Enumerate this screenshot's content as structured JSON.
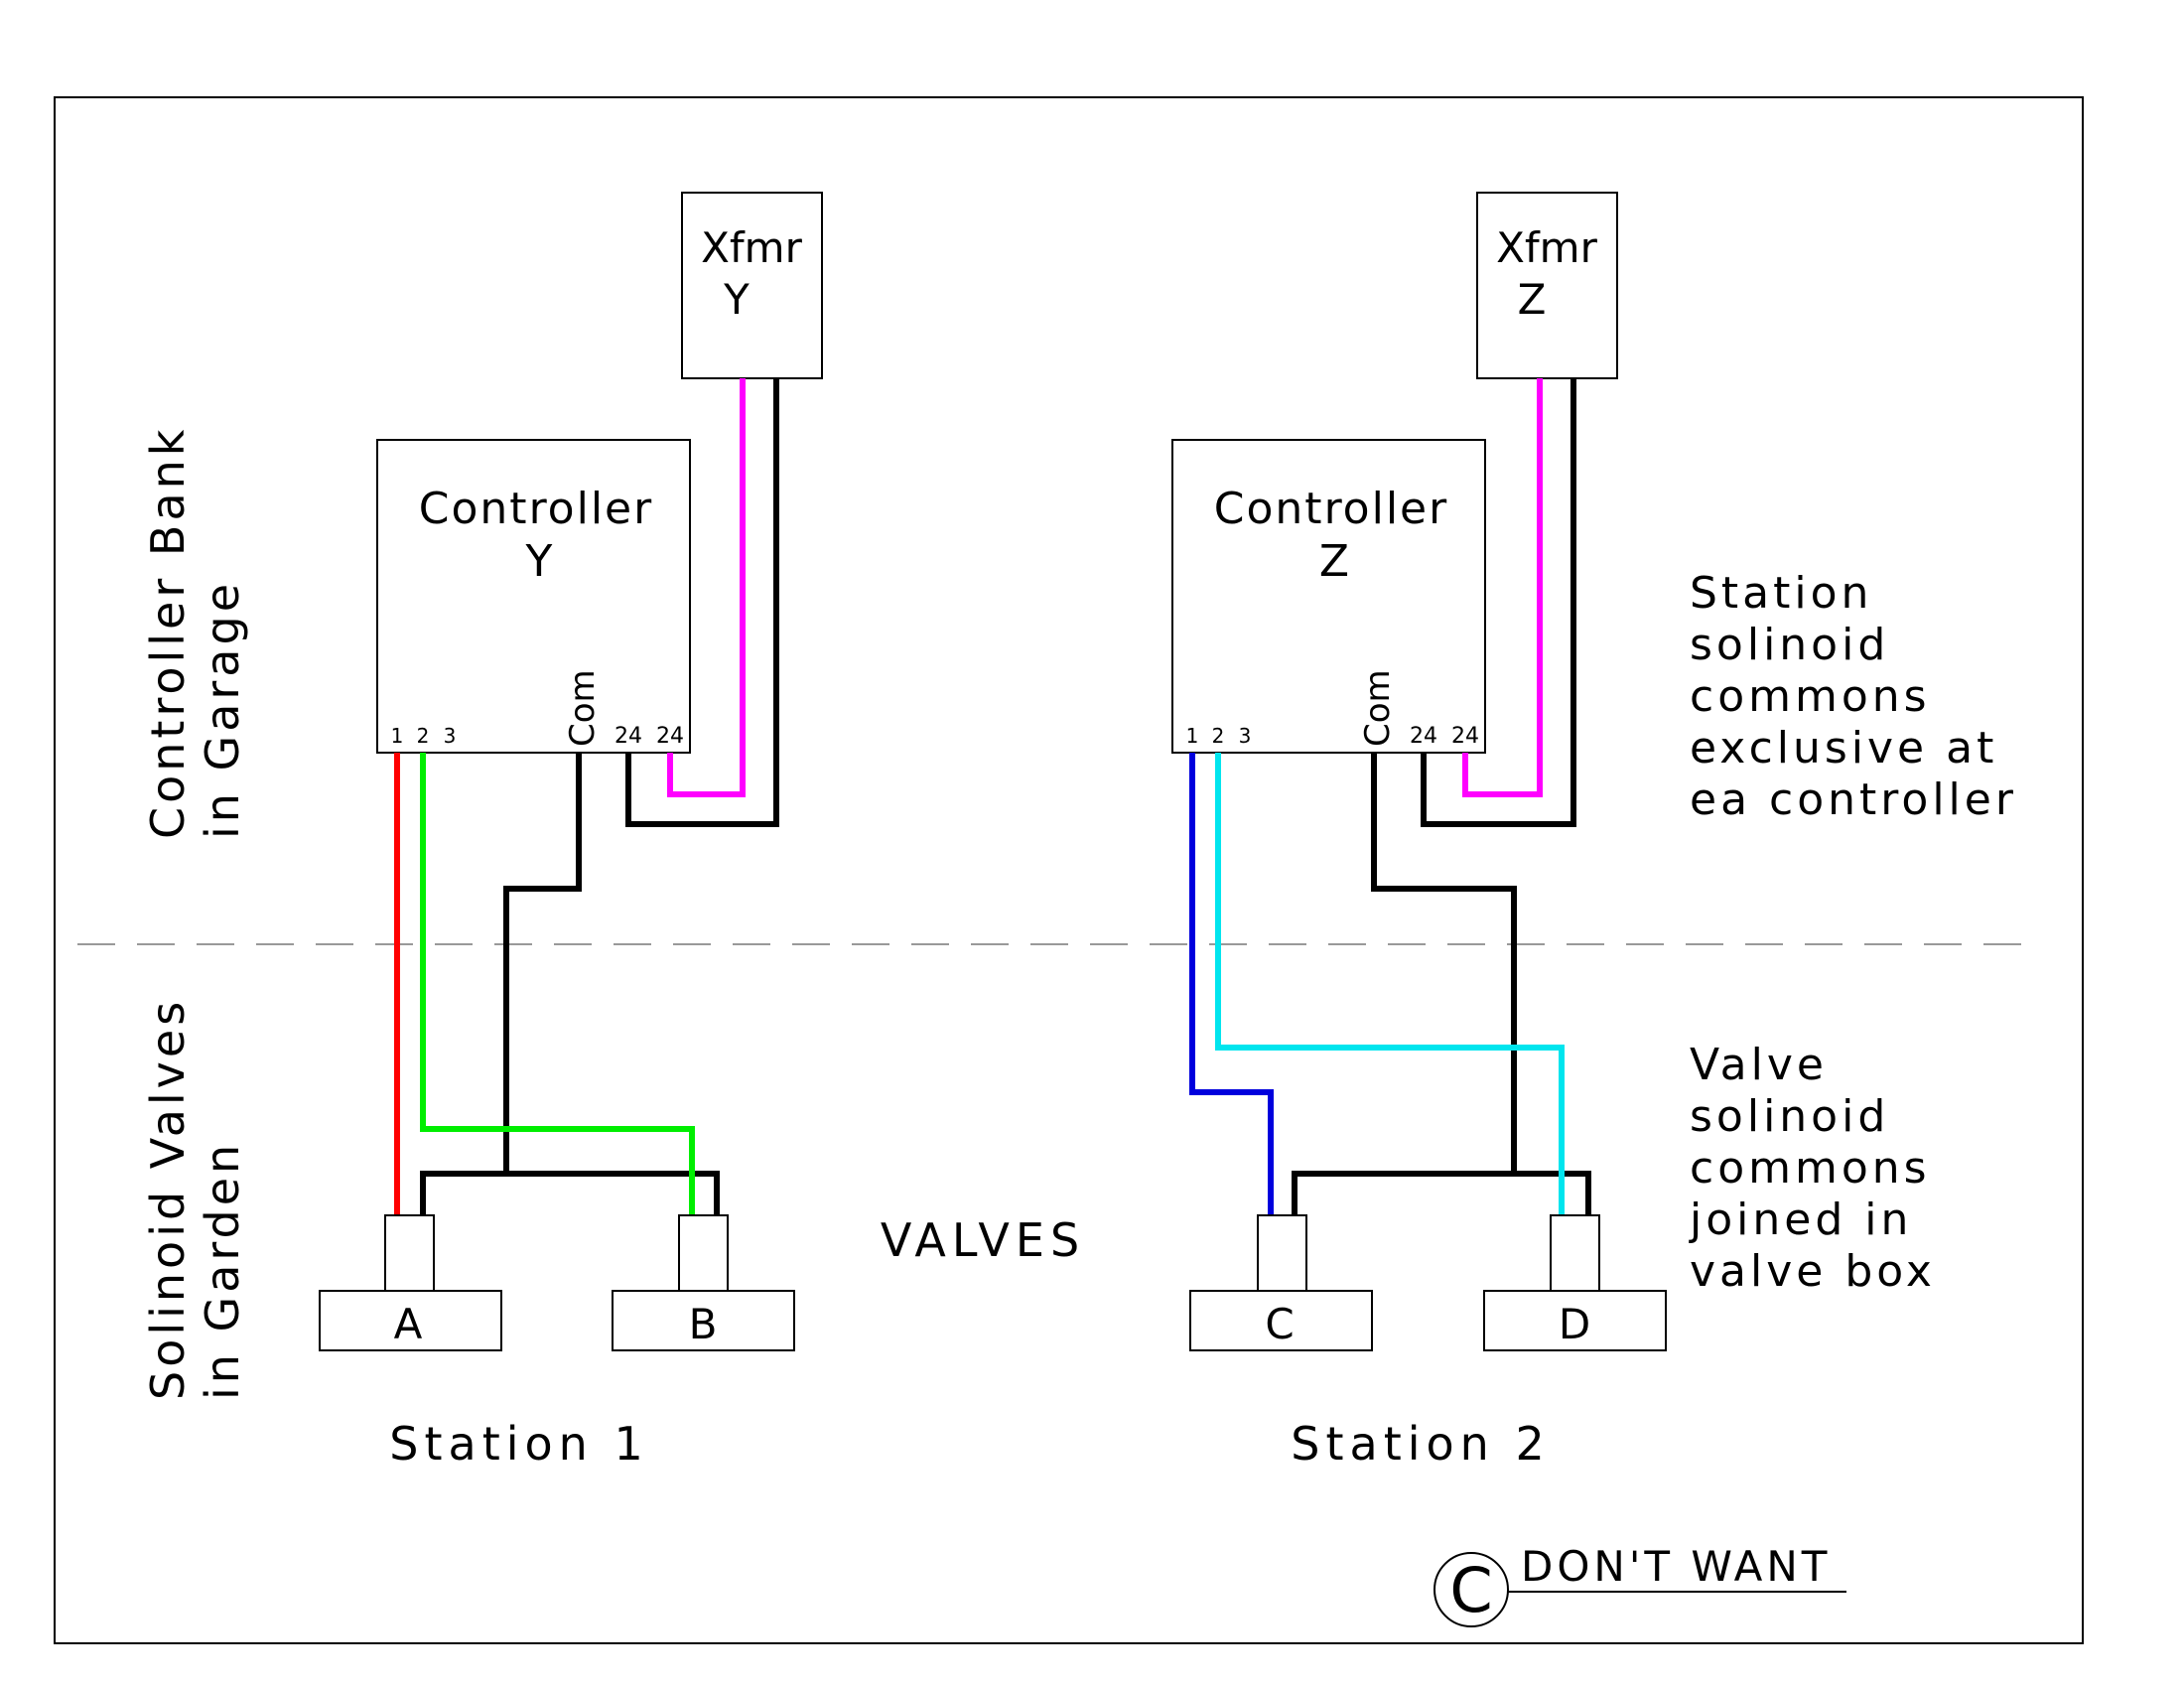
{
  "regions": {
    "top_label_line1": "Controller Bank",
    "top_label_line2": "in Garage",
    "bottom_label_line1": "Solinoid Valves",
    "bottom_label_line2": "in Garden"
  },
  "transformers": [
    {
      "line1": "Xfmr",
      "line2": "Y"
    },
    {
      "line1": "Xfmr",
      "line2": "Z"
    }
  ],
  "controllers": [
    {
      "line1": "Controller",
      "line2": "Y",
      "terminals": [
        "1",
        "2",
        "3",
        "Com",
        "24",
        "24"
      ]
    },
    {
      "line1": "Controller",
      "line2": "Z",
      "terminals": [
        "1",
        "2",
        "3",
        "Com",
        "24",
        "24"
      ]
    }
  ],
  "valves": [
    "A",
    "B",
    "C",
    "D"
  ],
  "valves_label": "VALVES",
  "stations": [
    "Station 1",
    "Station 2"
  ],
  "note_top": [
    "Station",
    "solinoid",
    "commons",
    "exclusive at",
    "ea controller"
  ],
  "note_bottom": [
    "Valve",
    "solinoid",
    "commons",
    "joined in",
    "valve box"
  ],
  "stamp": {
    "letter": "C",
    "text": "DON'T WANT"
  },
  "colors": {
    "station1_wire": "#ff0000",
    "station2_wire": "#00ee00",
    "station1_wire_z": "#0000dd",
    "station2_wire_z": "#00e5ee",
    "power_24v": "#ff00ff",
    "common": "#000000"
  }
}
